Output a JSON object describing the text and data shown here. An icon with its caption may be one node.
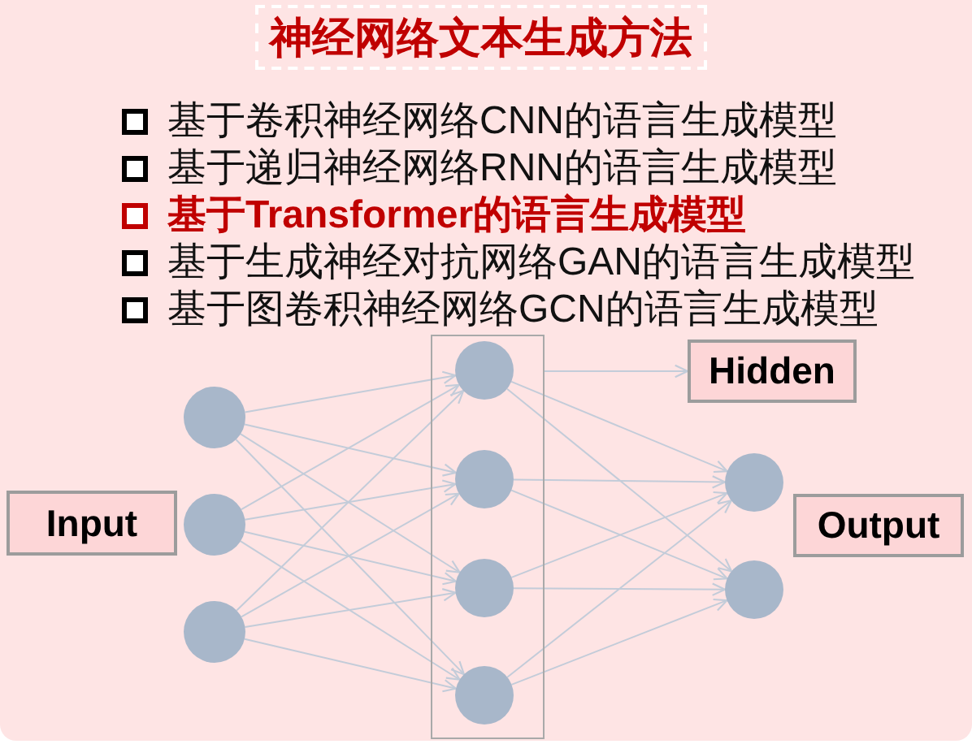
{
  "diagram": {
    "title": "神经网络文本生成方法",
    "nodes": [
      {
        "text": [
          "Input"
        ]
      },
      {
        "text": [],
        "shape": "circle"
      },
      {
        "text": [],
        "shape": "circle"
      },
      {
        "text": [],
        "shape": "circle"
      },
      {
        "text": [],
        "shape": "box"
      },
      {
        "text": [],
        "shape": "circle",
        "in": 4
      },
      {
        "text": [],
        "shape": "circle",
        "in": 4
      },
      {
        "text": [],
        "shape": "circle",
        "in": 4
      },
      {
        "text": [],
        "shape": "circle",
        "in": 4
      },
      {
        "text": [
          "Hidden"
        ]
      },
      {
        "text": [],
        "shape": "circle"
      },
      {
        "text": [],
        "shape": "circle"
      },
      {
        "text": [
          "Output"
        ]
      }
    ],
    "edges": [
      {
        "from": 1,
        "to": 5,
        "arrow": "to"
      },
      {
        "from": 1,
        "to": 6,
        "arrow": "to"
      },
      {
        "from": 1,
        "to": 7,
        "arrow": "to"
      },
      {
        "from": 1,
        "to": 8,
        "arrow": "to"
      },
      {
        "from": 2,
        "to": 5,
        "arrow": "to"
      },
      {
        "from": 2,
        "to": 6,
        "arrow": "to"
      },
      {
        "from": 2,
        "to": 7,
        "arrow": "to"
      },
      {
        "from": 2,
        "to": 8,
        "arrow": "to"
      },
      {
        "from": 3,
        "to": 5,
        "arrow": "to"
      },
      {
        "from": 3,
        "to": 6,
        "arrow": "to"
      },
      {
        "from": 3,
        "to": 7,
        "arrow": "to"
      },
      {
        "from": 3,
        "to": 8,
        "arrow": "to"
      },
      {
        "from": 5,
        "to": 10,
        "arrow": "to"
      },
      {
        "from": 5,
        "to": 11,
        "arrow": "to"
      },
      {
        "from": 6,
        "to": 10,
        "arrow": "to"
      },
      {
        "from": 6,
        "to": 11,
        "arrow": "to"
      },
      {
        "from": 7,
        "to": 10,
        "arrow": "to"
      },
      {
        "from": 7,
        "to": 11,
        "arrow": "to"
      },
      {
        "from": 8,
        "to": 10,
        "arrow": "to"
      },
      {
        "from": 8,
        "to": 11,
        "arrow": "to"
      },
      {
        "from": 4,
        "to": 9,
        "arrow": "to"
      }
    ],
    "labels": [
      "基于卷积神经网络CNN的语言生成模型",
      "基于递归神经网络RNN的语言生成模型",
      "基于Transformer的语言生成模型",
      "基于生成神经对抗网络GAN的语言生成模型",
      "基于图卷积神经网络GCN的语言生成模型"
    ]
  }
}
